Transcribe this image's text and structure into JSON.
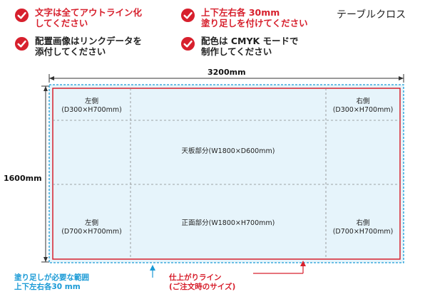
{
  "title": "テーブルクロス",
  "notes": [
    {
      "text": "文字は全てアウトライン化\nしてください",
      "color": "red"
    },
    {
      "text": "上下左右各 30mm\n塗り足しを付けてください",
      "color": "red"
    },
    {
      "text": "配置画像はリンクデータを\n添付してください",
      "color": "dark"
    },
    {
      "text": "配色は CMYK モードで\n制作してください",
      "color": "dark"
    }
  ],
  "dimensions": {
    "width_label": "3200mm",
    "height_label": "1600mm"
  },
  "sections": {
    "left_top": "左側\n(D300×H700mm)",
    "right_top": "右側\n(D300×H700mm)",
    "top_center": "天板部分(W1800×D600mm)",
    "left_bottom": "左側\n(D700×H700mm)",
    "front_center": "正面部分(W1800×H700mm)",
    "right_bottom": "右側\n(D700×H700mm)"
  },
  "captions": {
    "bleed": "塗り足しが必要な範囲\n上下左右各30 mm",
    "trim": "仕上がりライン\n(ご注文時のサイズ)"
  },
  "colors": {
    "red": "#d7202d",
    "blue": "#1a9ad6",
    "fill": "#e6f4fb",
    "dash": "#888888"
  }
}
